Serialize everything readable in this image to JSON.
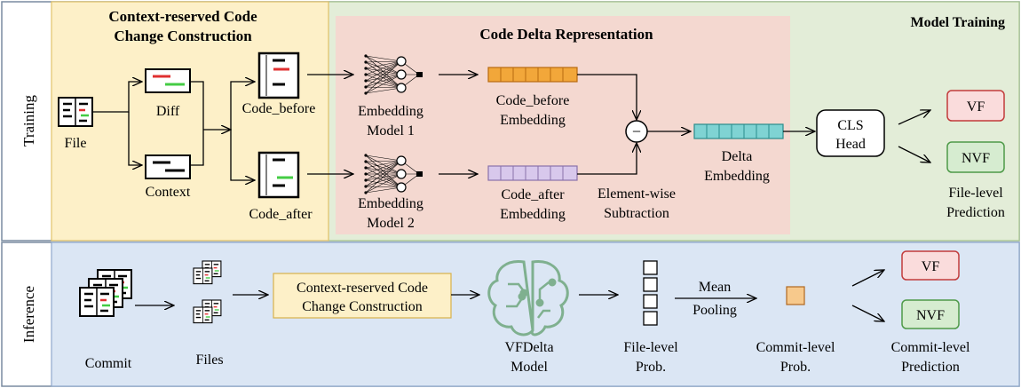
{
  "training": {
    "side_label": "Training",
    "model_training_title": "Model Training",
    "construction": {
      "title_line1": "Context-reserved Code",
      "title_line2": "Change Construction",
      "file_label": "File",
      "diff_label": "Diff",
      "context_label": "Context",
      "code_before_label": "Code_before",
      "code_after_label": "Code_after"
    },
    "delta_repr": {
      "title": "Code Delta Representation",
      "embed_model1_line1": "Embedding",
      "embed_model1_line2": "Model 1",
      "embed_model2_line1": "Embedding",
      "embed_model2_line2": "Model 2",
      "before_emb_line1": "Code_before",
      "before_emb_line2": "Embedding",
      "after_emb_line1": "Code_after",
      "after_emb_line2": "Embedding",
      "subtraction_line1": "Element-wise",
      "subtraction_line2": "Subtraction",
      "minus_symbol": "−"
    },
    "delta_emb_line1": "Delta",
    "delta_emb_line2": "Embedding",
    "cls_line1": "CLS",
    "cls_line2": "Head",
    "vf_label": "VF",
    "nvf_label": "NVF",
    "prediction_line1": "File-level",
    "prediction_line2": "Prediction"
  },
  "inference": {
    "side_label": "Inference",
    "commit_label": "Commit",
    "files_label": "Files",
    "construction_line1": "Context-reserved Code",
    "construction_line2": "Change Construction",
    "model_line1": "VFDelta",
    "model_line2": "Model",
    "file_prob_line1": "File-level",
    "file_prob_line2": "Prob.",
    "mean_line1": "Mean",
    "mean_line2": "Pooling",
    "commit_prob_line1": "Commit-level",
    "commit_prob_line2": "Prob.",
    "vf_label": "VF",
    "nvf_label": "NVF",
    "prediction_line1": "Commit-level",
    "prediction_line2": "Prediction"
  },
  "colors": {
    "construction_bg": "#fdf0c8",
    "model_training_bg": "#e3edd8",
    "delta_repr_bg": "#f4d8d0",
    "inference_bg": "#dbe6f4",
    "before_emb": "#f2a73a",
    "after_emb": "#d8c8ec",
    "delta_emb": "#7fd3d3",
    "vf_fill": "#fadcdc",
    "vf_stroke": "#c23b3b",
    "nvf_fill": "#d6ecd0",
    "nvf_stroke": "#4e9a48",
    "green_line": "#44cc44",
    "red_line": "#e03030",
    "brain": "#7fb08f"
  }
}
